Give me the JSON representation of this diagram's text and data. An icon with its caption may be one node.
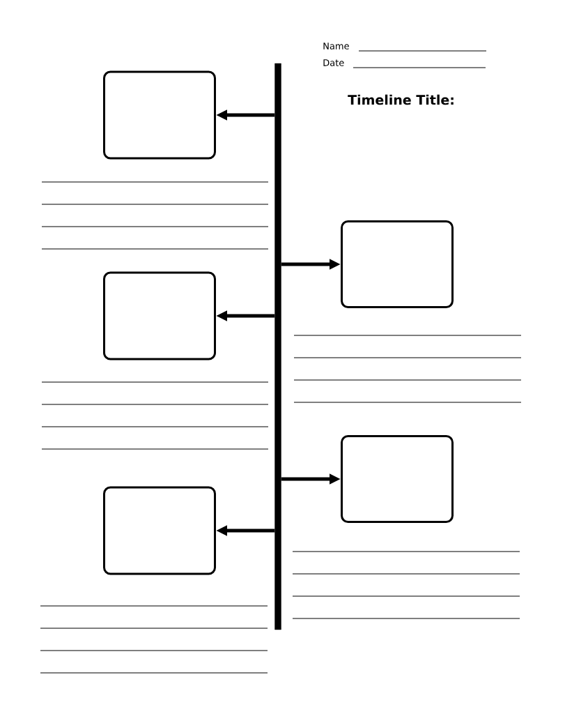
{
  "diagram": {
    "title": "Timeline Title:",
    "nodes": [
      {
        "text": [],
        "shape": "bar"
      },
      {
        "text": [],
        "shape": "box"
      },
      {
        "text": [],
        "shape": "box"
      },
      {
        "text": [],
        "shape": "box"
      },
      {
        "text": [],
        "shape": "box"
      },
      {
        "text": [],
        "shape": "box"
      }
    ],
    "edges": [
      {
        "from": 0,
        "to": 1,
        "arrow": "to"
      },
      {
        "from": 0,
        "to": 2,
        "arrow": "to"
      },
      {
        "from": 0,
        "to": 3,
        "arrow": "to"
      },
      {
        "from": 0,
        "to": 4,
        "arrow": "to"
      },
      {
        "from": 0,
        "to": 5,
        "arrow": "to"
      }
    ],
    "labels": [
      "Name",
      "Date"
    ]
  }
}
